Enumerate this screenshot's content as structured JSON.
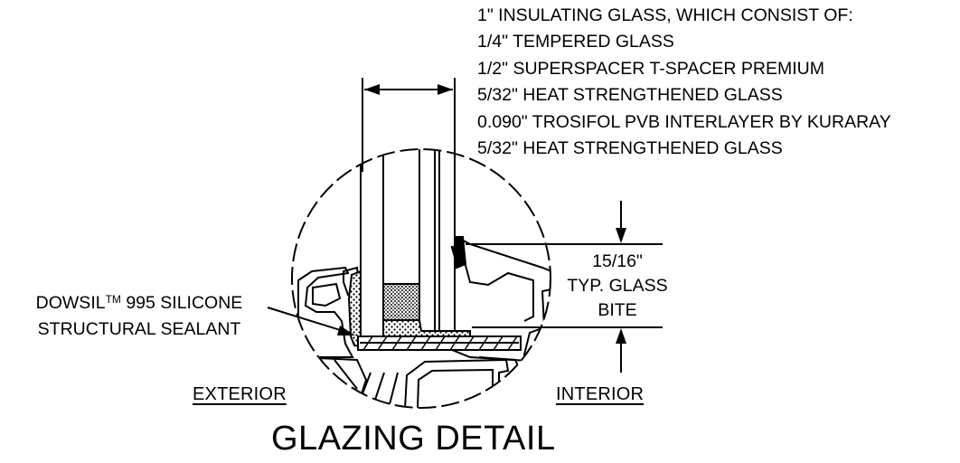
{
  "glass_spec": {
    "lines": [
      "1\" INSULATING GLASS, WHICH CONSIST OF:",
      "1/4\" TEMPERED GLASS",
      "1/2\" SUPERSPACER T-SPACER PREMIUM",
      "5/32\" HEAT STRENGTHENED GLASS",
      "0.090\" TROSIFOL PVB INTERLAYER BY KURARAY",
      "5/32\" HEAT STRENGTHENED GLASS"
    ]
  },
  "glass_bite": {
    "lines": [
      "15/16\"",
      "TYP. GLASS",
      "BITE"
    ]
  },
  "sealant": {
    "brand": "DOWSIL",
    "trademark": "TM",
    "line1_rest": " 995 SILICONE",
    "line2": "STRUCTURAL SEALANT"
  },
  "side_labels": {
    "exterior": "EXTERIOR",
    "interior": "INTERIOR"
  },
  "title": "GLAZING DETAIL"
}
